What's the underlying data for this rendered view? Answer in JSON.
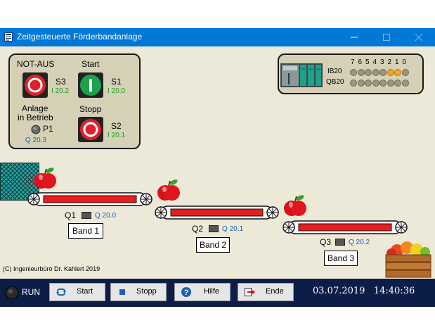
{
  "window": {
    "title": "Zeitgesteuerte Förderbandanlage"
  },
  "controls": {
    "notaus": {
      "label": "NOT-AUS",
      "name": "S3",
      "address": "I 20.2"
    },
    "start": {
      "label": "Start",
      "name": "S1",
      "address": "I 20.0"
    },
    "stopp": {
      "label": "Stopp",
      "name": "S2",
      "address": "I 20.1"
    },
    "lamp": {
      "label_line1": "Anlage",
      "label_line2": "in Betrieb",
      "name": "P1",
      "address": "Q 20.3"
    }
  },
  "plc": {
    "bit_labels": [
      "7",
      "6",
      "5",
      "4",
      "3",
      "2",
      "1",
      "0"
    ],
    "ib20": {
      "label": "IB20",
      "bits": [
        0,
        0,
        0,
        0,
        0,
        1,
        1,
        0
      ]
    },
    "qb20": {
      "label": "QB20",
      "bits": [
        0,
        0,
        0,
        0,
        0,
        0,
        0,
        0
      ]
    }
  },
  "conveyors": [
    {
      "motor": "Q1",
      "address": "Q 20.0",
      "band_label": "Band 1"
    },
    {
      "motor": "Q2",
      "address": "Q 20.1",
      "band_label": "Band 2"
    },
    {
      "motor": "Q3",
      "address": "Q 20.2",
      "band_label": "Band 3"
    }
  ],
  "copyright": "(C) Ingenieurbüro Dr. Kahlert 2019",
  "status": {
    "run_label": "RUN"
  },
  "toolbar": {
    "start": "Start",
    "stopp": "Stopp",
    "hilfe": "Hilfe",
    "ende": "Ende"
  },
  "clock": {
    "date": "03.07.2019",
    "time": "14:40:36"
  },
  "colors": {
    "titlebar": "#0078d7",
    "stage": "#ece9d8",
    "panel": "#d6d1b6",
    "belt": "#e81d1d",
    "bottombar": "#0c1d48",
    "signal_green": "#19a019",
    "address_blue": "#1a5fb4"
  }
}
